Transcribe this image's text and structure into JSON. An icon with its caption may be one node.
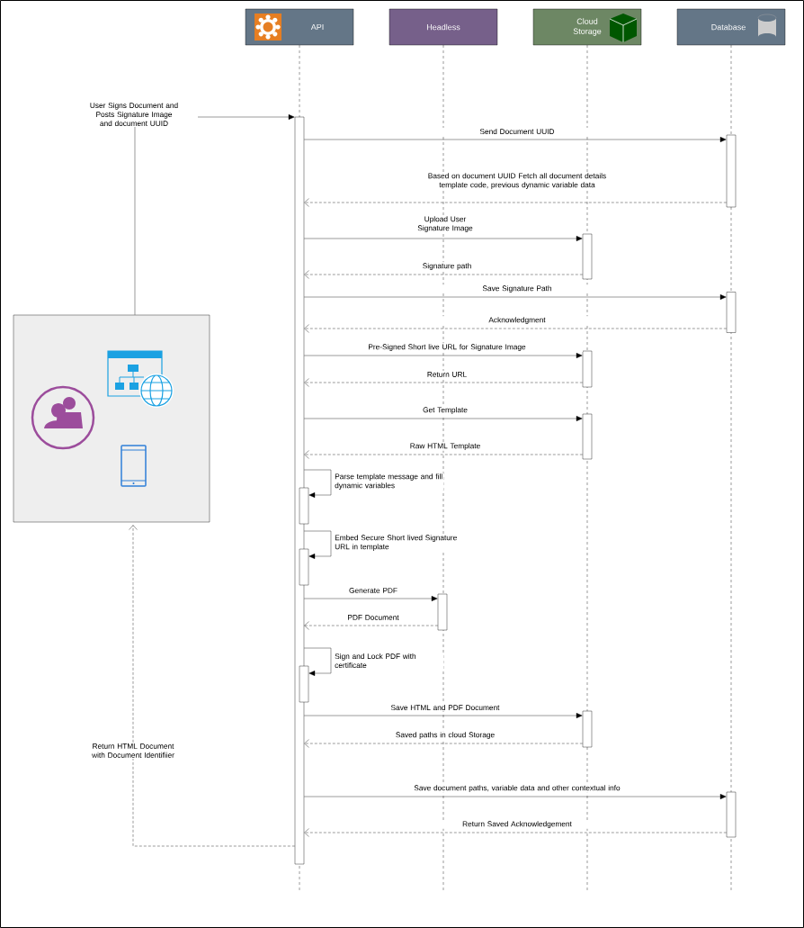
{
  "diagram": {
    "nodes": [
      {
        "text": [
          "API"
        ]
      },
      {
        "text": [
          "Headless"
        ]
      },
      {
        "text": [
          "Cloud Storage"
        ]
      },
      {
        "text": [
          "Database"
        ]
      },
      {
        "text": [],
        "shape": "box"
      },
      {
        "text": [],
        "shape": "bar"
      },
      {
        "text": [],
        "shape": "bar"
      },
      {
        "text": [],
        "shape": "bar"
      },
      {
        "text": [],
        "shape": "bar"
      },
      {
        "text": [],
        "shape": "bar"
      },
      {
        "text": [],
        "shape": "bar"
      },
      {
        "text": [],
        "shape": "bar"
      },
      {
        "text": [],
        "shape": "bar"
      },
      {
        "text": [],
        "shape": "bar"
      },
      {
        "text": [],
        "shape": "bar"
      },
      {
        "text": [],
        "shape": "bar"
      },
      {
        "text": [],
        "shape": "bar"
      }
    ],
    "edges": [
      {
        "from": 4,
        "to": 5,
        "arrow": "to",
        "label": "User Signs Document and Posts Signature Image and document UUID"
      },
      {
        "from": 5,
        "to": 6,
        "arrow": "to",
        "label": "Send Document UUID"
      },
      {
        "from": 6,
        "to": 5,
        "arrow": "to",
        "style": "dashed",
        "label": "Based on document UUID Fetch all document details template code, previous dynamic variable data"
      },
      {
        "from": 5,
        "to": 7,
        "arrow": "to",
        "label": "Upload User Signature Image"
      },
      {
        "from": 7,
        "to": 5,
        "arrow": "to",
        "style": "dashed",
        "label": "Signature path"
      },
      {
        "from": 5,
        "to": 8,
        "arrow": "to",
        "label": "Save Signature Path"
      },
      {
        "from": 8,
        "to": 5,
        "arrow": "to",
        "style": "dashed",
        "label": "Acknowledgment"
      },
      {
        "from": 5,
        "to": 9,
        "arrow": "to",
        "label": "Pre-Signed Short live URL for Signature Image"
      },
      {
        "from": 9,
        "to": 5,
        "arrow": "to",
        "style": "dashed",
        "label": "Return URL"
      },
      {
        "from": 5,
        "to": 10,
        "arrow": "to",
        "label": "Get Template"
      },
      {
        "from": 10,
        "to": 5,
        "arrow": "to",
        "style": "dashed",
        "label": "Raw HTML Template"
      },
      {
        "from": 5,
        "to": 11,
        "arrow": "to",
        "label": "Parse template message and fill dynamic variables"
      },
      {
        "from": 5,
        "to": 12,
        "arrow": "to",
        "label": "Embed Secure Short lived Signature URL in template"
      },
      {
        "from": 5,
        "to": 13,
        "arrow": "to",
        "label": "Generate PDF"
      },
      {
        "from": 13,
        "to": 5,
        "arrow": "to",
        "style": "dashed",
        "label": "PDF Document"
      },
      {
        "from": 5,
        "to": 14,
        "arrow": "to",
        "label": "Sign and Lock PDF with certificate"
      },
      {
        "from": 5,
        "to": 15,
        "arrow": "to",
        "label": "Save HTML and PDF Document"
      },
      {
        "from": 15,
        "to": 5,
        "arrow": "to",
        "style": "dashed",
        "label": "Saved paths in cloud Storage"
      },
      {
        "from": 5,
        "to": 16,
        "arrow": "to",
        "label": "Save document paths, variable data and other contextual info"
      },
      {
        "from": 16,
        "to": 5,
        "arrow": "to",
        "style": "dashed",
        "label": "Return Saved Acknowledgement"
      },
      {
        "from": 5,
        "to": 4,
        "arrow": "to",
        "style": "dashed",
        "label": "Return HTML Document with Document Identifiier"
      }
    ]
  }
}
